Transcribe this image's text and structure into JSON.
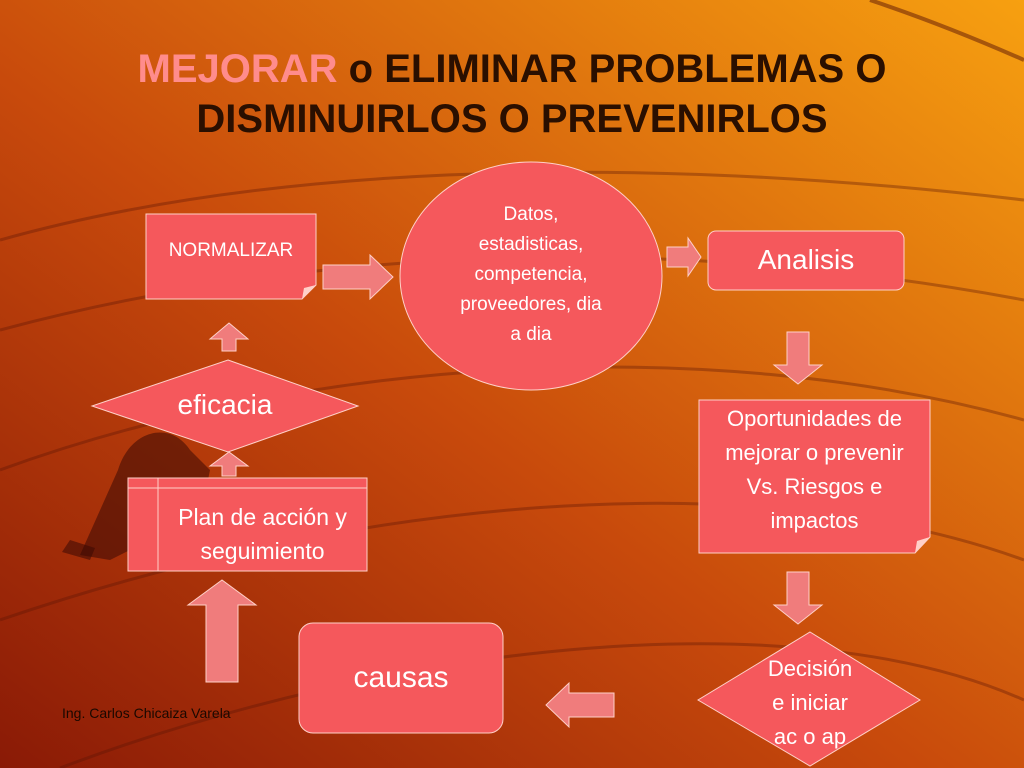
{
  "title": {
    "highlight": "MEJORAR",
    "rest_line1": " o ELIMINAR PROBLEMAS O",
    "line2": "DISMINUIRLOS O PREVENIRLOS"
  },
  "nodes": {
    "normalizar": "NORMALIZAR",
    "datos": [
      "Datos,",
      "estadisticas,",
      "competencia,",
      "proveedores, dia",
      "a dia"
    ],
    "analisis": "Analisis",
    "oportunidades": [
      "Oportunidades de",
      "mejorar o prevenir",
      "Vs. Riesgos e",
      "impactos"
    ],
    "decision": [
      "Decisión",
      "e iniciar",
      "ac o ap"
    ],
    "causas": "causas",
    "plan": [
      "Plan de acción y",
      "seguimiento"
    ],
    "eficacia": "eficacia"
  },
  "footer": "Ing. Carlos Chicaiza Varela",
  "colors": {
    "shape_fill": "#f5585c",
    "arrow_fill": "#f07c7c",
    "title_highlight": "#ff8c8c"
  }
}
